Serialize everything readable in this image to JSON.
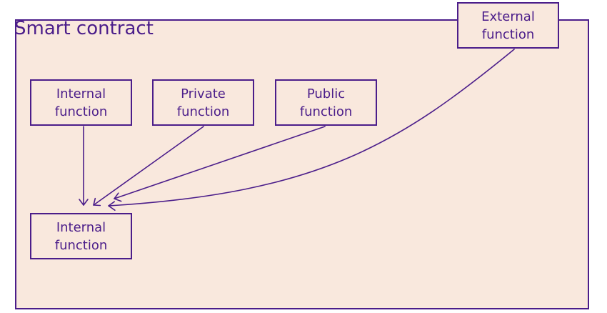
{
  "diagram": {
    "container": {
      "title": "Smart contract"
    },
    "nodes": {
      "internal_top": {
        "line1": "Internal",
        "line2": "function"
      },
      "private": {
        "line1": "Private",
        "line2": "function"
      },
      "public": {
        "line1": "Public",
        "line2": "function"
      },
      "internal_bottom": {
        "line1": "Internal",
        "line2": "function"
      },
      "external": {
        "line1": "External",
        "line2": "function"
      }
    },
    "edges": [
      {
        "from": "internal_top",
        "to": "internal_bottom"
      },
      {
        "from": "private",
        "to": "internal_bottom"
      },
      {
        "from": "public",
        "to": "internal_bottom"
      },
      {
        "from": "external",
        "to": "internal_bottom"
      }
    ]
  },
  "colors": {
    "stroke": "#4b1d8a",
    "fill": "#f9e8dd"
  }
}
